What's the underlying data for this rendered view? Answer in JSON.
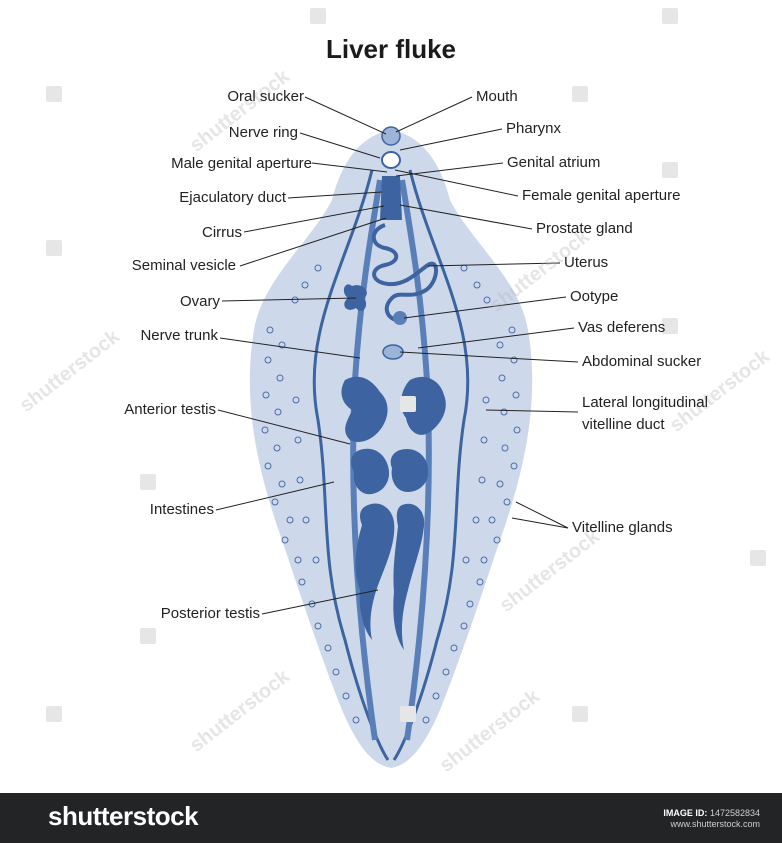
{
  "title": "Liver fluke",
  "labels_left": {
    "oral_sucker": "Oral sucker",
    "nerve_ring": "Nerve ring",
    "male_genital_aperture": "Male genital aperture",
    "ejaculatory_duct": "Ejaculatory duct",
    "cirrus": "Cirrus",
    "seminal_vesicle": "Seminal vesicle",
    "ovary": "Ovary",
    "nerve_trunk": "Nerve trunk",
    "anterior_testis": "Anterior testis",
    "intestines": "Intestines",
    "posterior_testis": "Posterior testis"
  },
  "labels_right": {
    "mouth": "Mouth",
    "pharynx": "Pharynx",
    "genital_atrium": "Genital atrium",
    "female_genital_aperture": "Female genital aperture",
    "prostate_gland": "Prostate gland",
    "uterus": "Uterus",
    "ootype": "Ootype",
    "vas_deferens": "Vas deferens",
    "abdominal_sucker": "Abdominal sucker",
    "lateral_duct_line1": "Lateral longitudinal",
    "lateral_duct_line2": "vitelline duct",
    "vitelline_glands": "Vitelline glands"
  },
  "footer": {
    "brand": "shutterstock",
    "image_id_label": "IMAGE ID:",
    "image_id": "1472582834",
    "site": "www.shutterstock.com"
  },
  "watermark": "shutterstock",
  "colors": {
    "body_fill": "#cdd9eb",
    "organ_dark": "#3d64a0",
    "organ_mid": "#5a7fb8",
    "line": "#2f4f82",
    "footer_bg": "#222426"
  }
}
